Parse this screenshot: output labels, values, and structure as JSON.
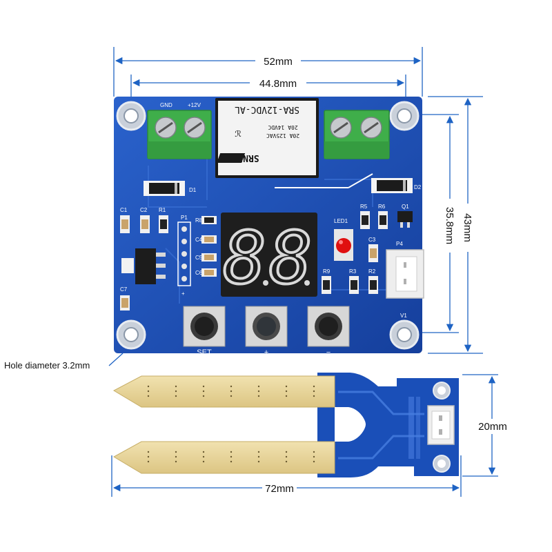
{
  "dimensions": {
    "board_width": "52mm",
    "hole_spacing_width": "44.8mm",
    "board_height": "43mm",
    "hole_spacing_height": "35.8mm",
    "probe_length": "72mm",
    "probe_width": "20mm",
    "hole_diameter": "Hole diameter 3.2mm"
  },
  "board": {
    "terminal_left_labels": [
      "GND",
      "+12V"
    ],
    "relay_model": "SRA-12VDC-AL",
    "relay_rating_1": "20A 14VDC",
    "relay_rating_2": "20A 125VAC",
    "relay_brand": "SRNE",
    "diode_labels": [
      "D1",
      "D2"
    ],
    "component_labels": [
      "C1",
      "C2",
      "R1",
      "P1",
      "R8",
      "C4",
      "C5",
      "C6",
      "C7",
      "LED1",
      "R5",
      "R6",
      "Q1",
      "C3",
      "R9",
      "R3",
      "R2",
      "P4",
      "V1"
    ],
    "display_digits": "88",
    "button_labels": [
      "SET",
      "+",
      "−"
    ]
  },
  "colors": {
    "pcb_blue": "#1a4fb8",
    "terminal_green": "#3fae4a",
    "gold": "#e8d59a",
    "dimension_line": "#1e63c4",
    "led_red": "#e01010"
  }
}
